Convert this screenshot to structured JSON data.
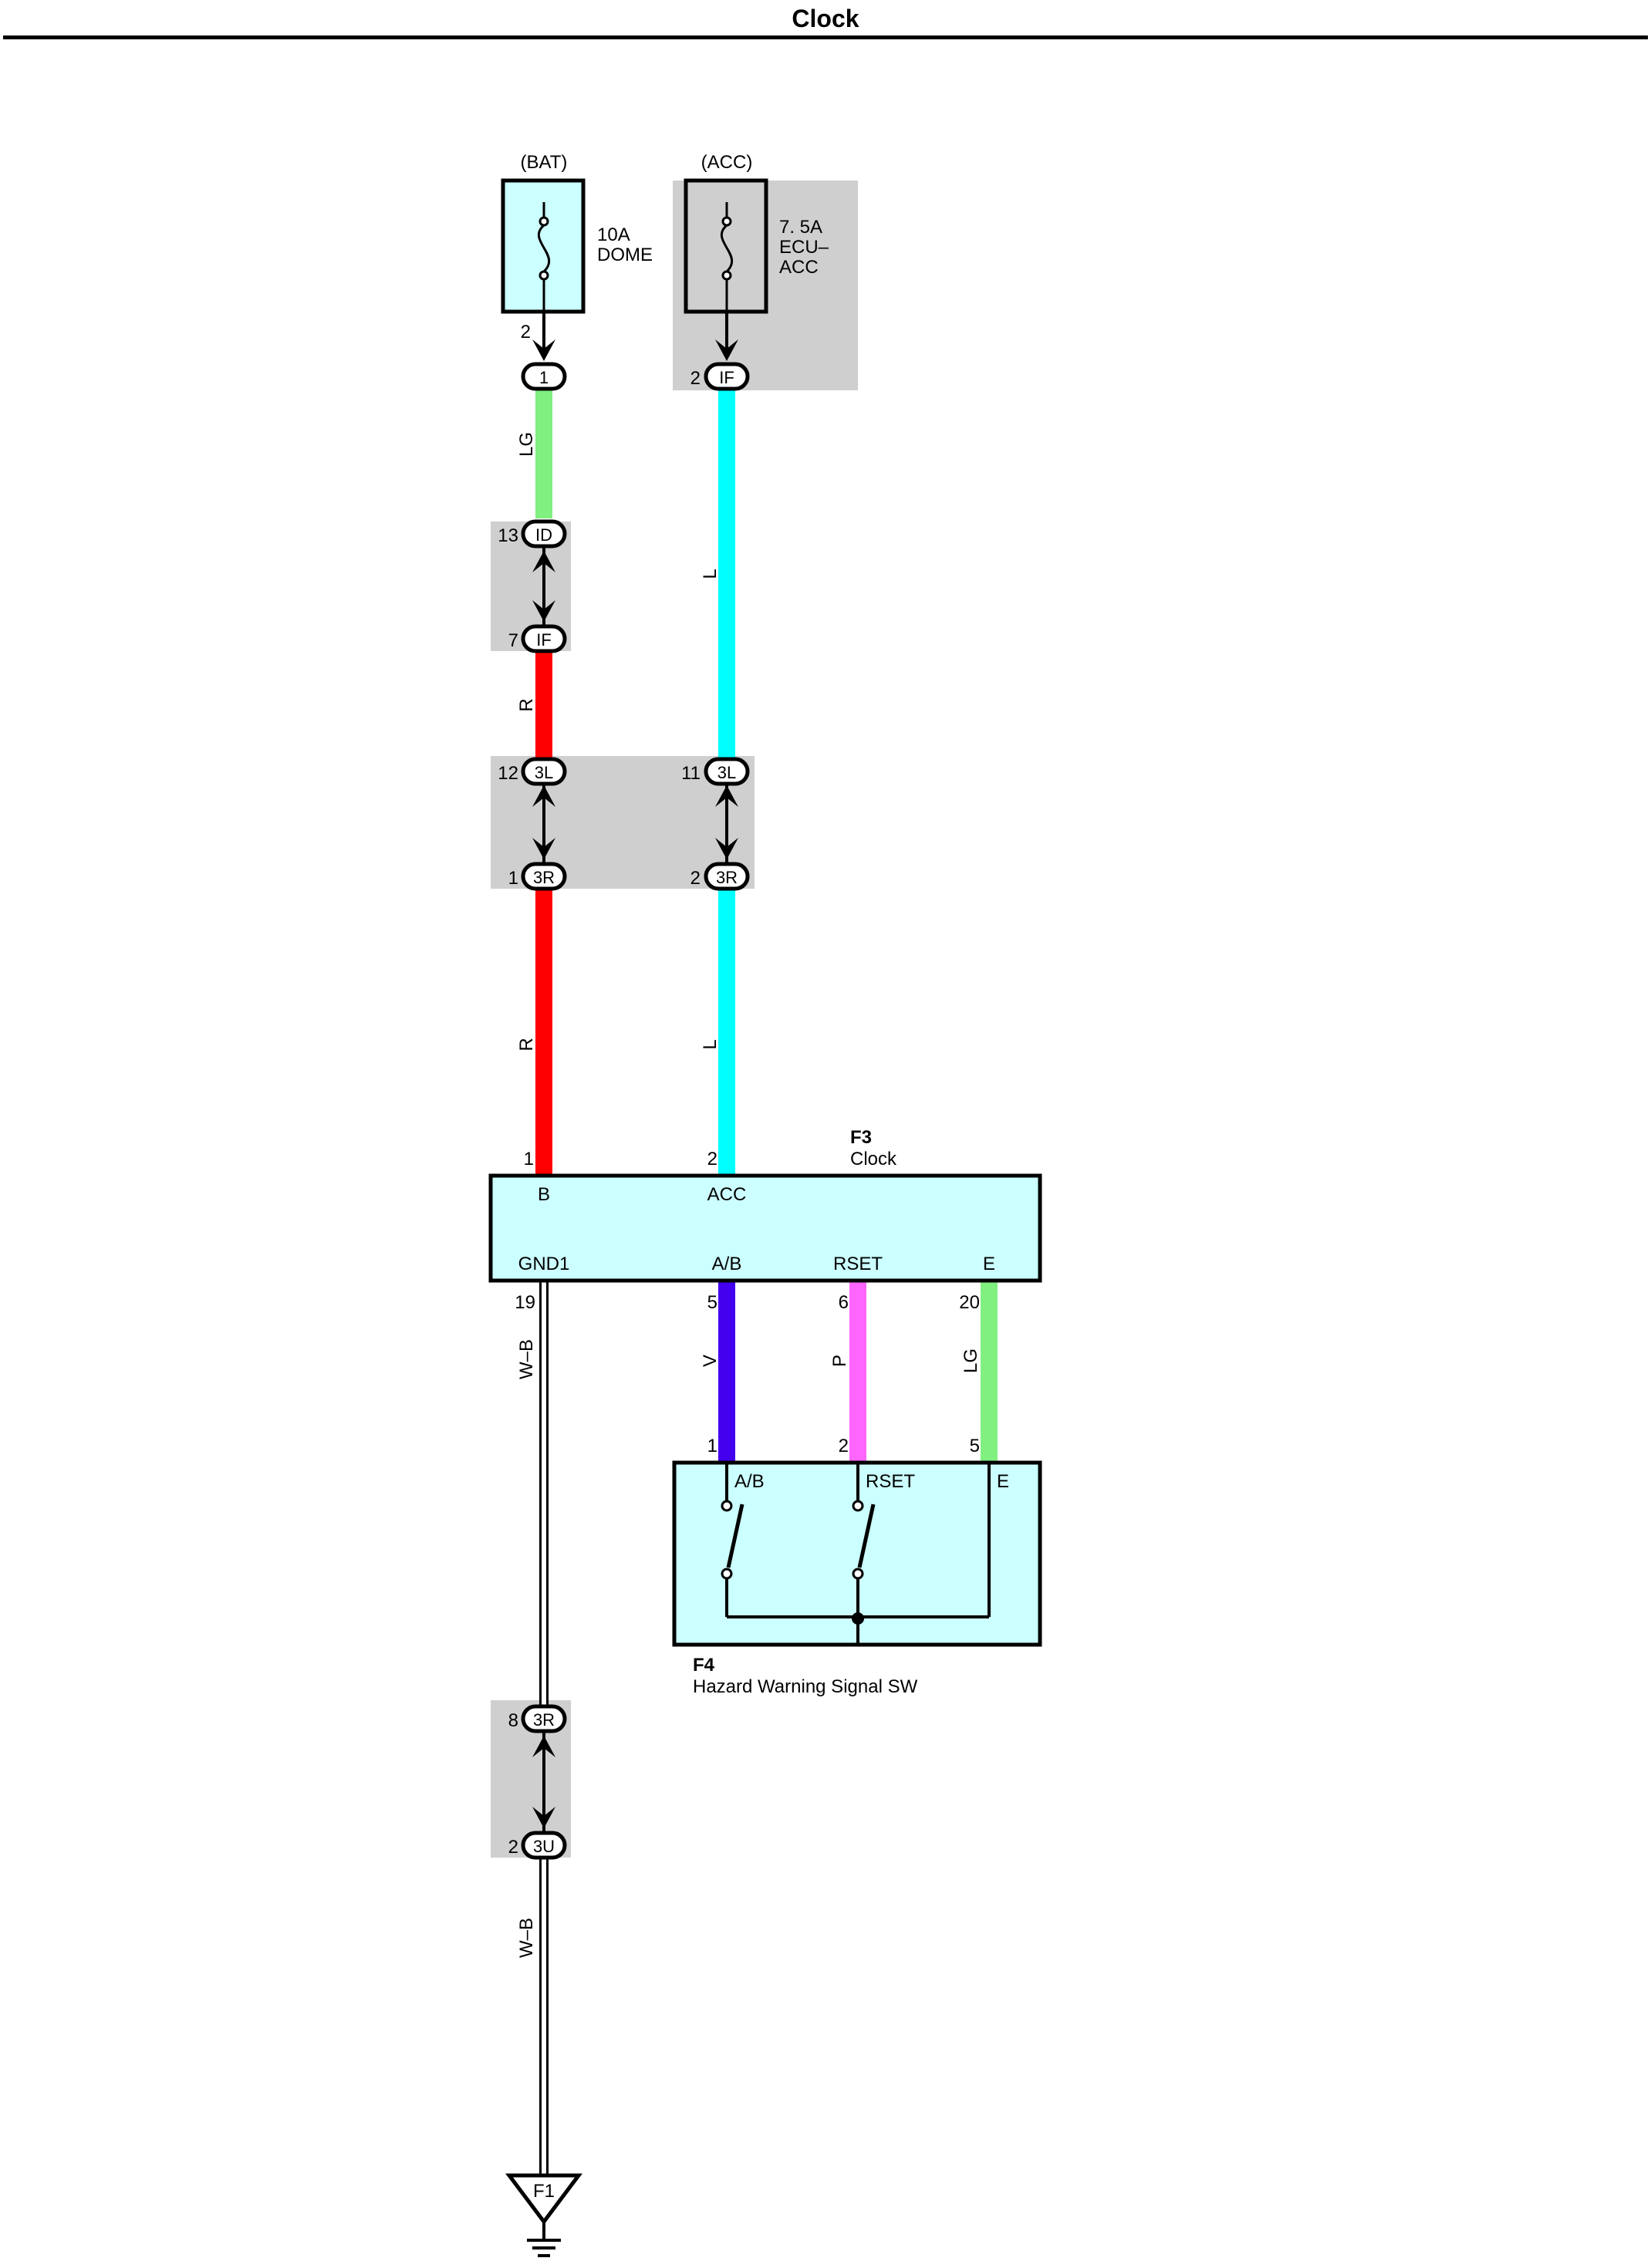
{
  "page": {
    "title": "Clock"
  },
  "colors": {
    "connector_shade": "#cfcfcf",
    "component_fill": "#ccffff",
    "wire_LG": "#80f080",
    "wire_R": "#ff0000",
    "wire_L": "#00ffff",
    "wire_V": "#4400ee",
    "wire_P": "#ff66ff",
    "wire_WB": "#ffffff"
  },
  "fuses": [
    {
      "id": "fuse-dome",
      "source": "(BAT)",
      "rating": "10A",
      "name_lines": [
        "DOME"
      ],
      "pin": "2",
      "connector": "1"
    },
    {
      "id": "fuse-ecu-acc",
      "source": "(ACC)",
      "rating": "7. 5A",
      "name_lines": [
        "ECU–",
        "ACC"
      ],
      "pin": "2",
      "connector": "IF"
    }
  ],
  "junctions": [
    {
      "id": "j-id-if",
      "top": {
        "pin": "13",
        "label": "ID"
      },
      "bottom": {
        "pin": "7",
        "label": "IF"
      }
    },
    {
      "id": "j-3l-3r-left",
      "top": {
        "pin": "12",
        "label": "3L"
      },
      "bottom": {
        "pin": "1",
        "label": "3R"
      }
    },
    {
      "id": "j-3l-3r-right",
      "top": {
        "pin": "11",
        "label": "3L"
      },
      "bottom": {
        "pin": "2",
        "label": "3R"
      }
    },
    {
      "id": "j-3r-3u",
      "top": {
        "pin": "8",
        "label": "3R"
      },
      "bottom": {
        "pin": "2",
        "label": "3U"
      }
    }
  ],
  "wires": {
    "LG_top": "LG",
    "R_mid": "R",
    "R_low": "R",
    "L_mid": "L",
    "L_low": "L",
    "WB_upper": "W–B",
    "WB_lower": "W–B",
    "V": "V",
    "P": "P",
    "LG_right": "LG"
  },
  "clock": {
    "code": "F3",
    "name": "Clock",
    "top_pins": [
      {
        "pin": "1",
        "label": "B"
      },
      {
        "pin": "2",
        "label": "ACC"
      }
    ],
    "bottom_pins": [
      {
        "pin": "19",
        "label": "GND1"
      },
      {
        "pin": "5",
        "label": "A/B"
      },
      {
        "pin": "6",
        "label": "RSET"
      },
      {
        "pin": "20",
        "label": "E"
      }
    ]
  },
  "hazard_switch": {
    "code": "F4",
    "name": "Hazard Warning Signal SW",
    "pins": [
      {
        "pin": "1",
        "label": "A/B"
      },
      {
        "pin": "2",
        "label": "RSET"
      },
      {
        "pin": "5",
        "label": "E"
      }
    ]
  },
  "ground": {
    "label": "F1"
  }
}
